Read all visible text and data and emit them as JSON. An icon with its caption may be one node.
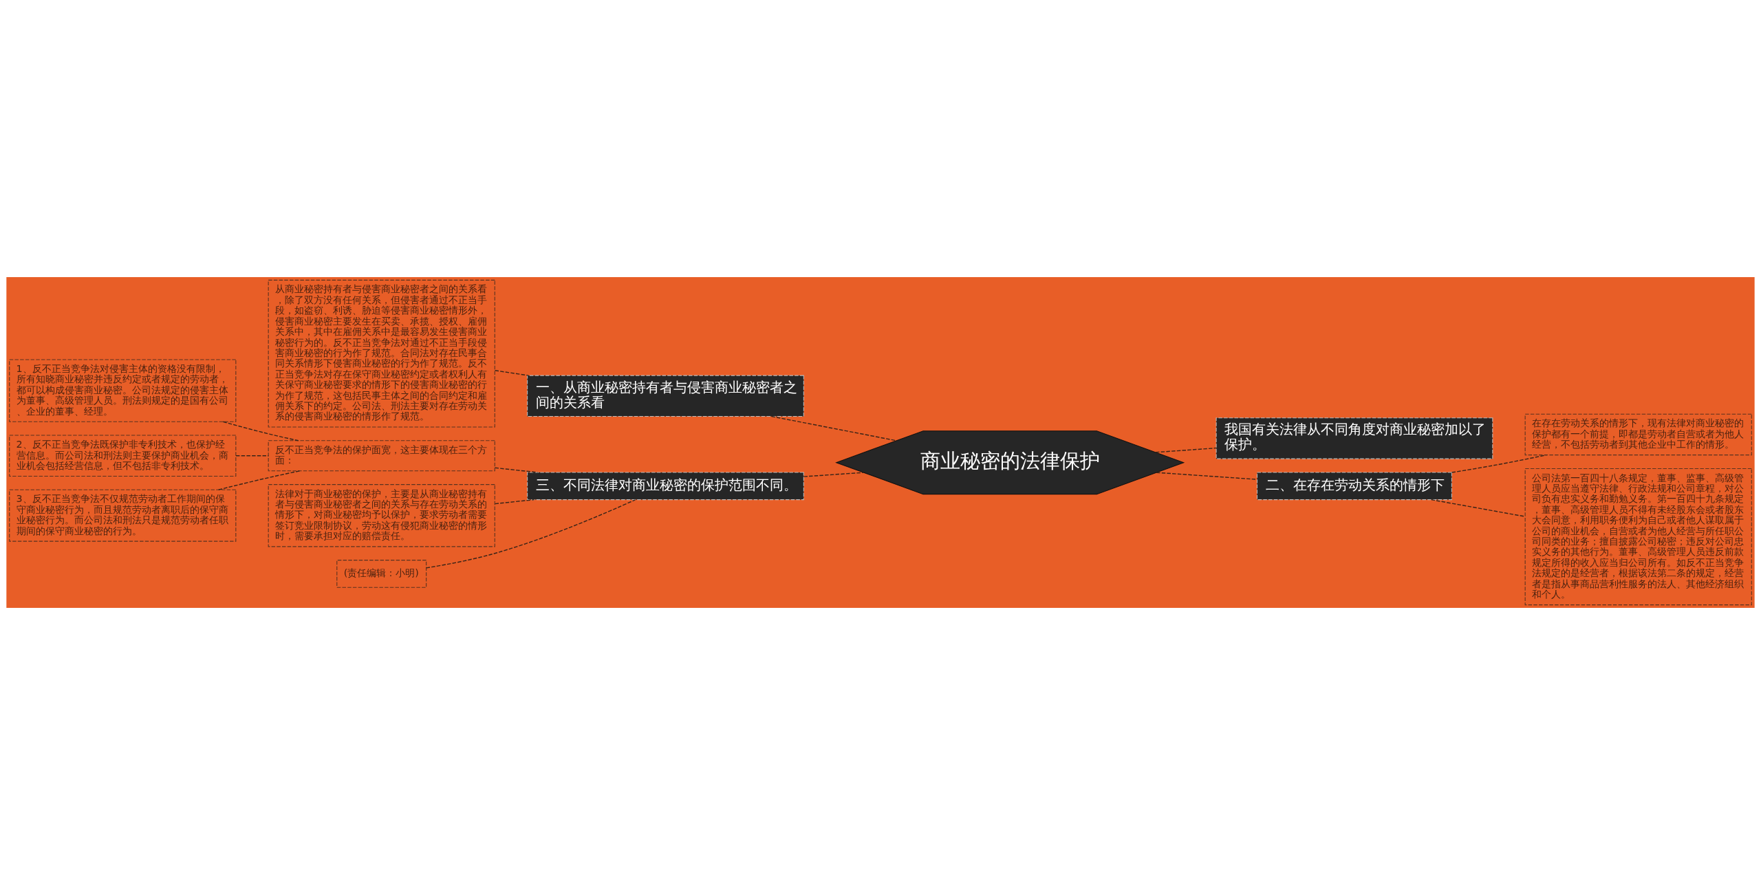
{
  "diagram": {
    "nodes": [
      {
        "text": [
          "商业秘密的法律保护"
        ]
      },
      {
        "text": [
          "一、从商业秘密持有者与侵害商业秘密者之间的关系看"
        ]
      },
      {
        "text": [
          "从商业秘密持有者与侵害商业秘密者之间的关系看，除了双方没有任何关系，但侵害者通过不正当手段，如盗窃、利诱、胁迫等侵害商业秘密情形外，侵害商业秘密主要发生在买卖、承揽、授权、雇佣关系中，其中在雇佣关系中是最容易发生侵害商业秘密行为的。反不正当竞争法对通过不正当手段侵害商业秘密的行为作了规范。合同法对存在民事合同关系情形下侵害商业秘密的行为作了规范。反不正当竞争法对存在保守商业秘密约定或者权利人有关保守商业秘密要求的情形下的侵害商业秘密的行为作了规范，这包括民事主体之间的合同约定和雇佣关系下的约定。公司法、刑法主要对存在劳动关系的侵害商业秘密的情形作了规范。"
        ]
      },
      {
        "text": [
          "三、不同法律对商业秘密的保护范围不同。"
        ]
      },
      {
        "text": [
          "反不正当竞争法的保护面宽，这主要体现在三个方面："
        ]
      },
      {
        "text": [
          "1、反不正当竞争法对侵害主体的资格没有限制，所有知晓商业秘密并违反约定或者规定的劳动者，都可以构成侵害商业秘密。公司法规定的侵害主体为董事、高级管理人员。刑法则规定的是国有公司、企业的董事、经理。"
        ]
      },
      {
        "text": [
          "2、反不正当竞争法既保护非专利技术，也保护经营信息。而公司法和刑法则主要保护商业机会，商业机会包括经营信息，但不包括非专利技术。"
        ]
      },
      {
        "text": [
          "3、反不正当竞争法不仅规范劳动者工作期间的保守商业秘密行为，而且规范劳动者离职后的保守商业秘密行为。而公司法和刑法只是规范劳动者任职期间的保守商业秘密的行为。"
        ]
      },
      {
        "text": [
          "法律对于商业秘密的保护，主要是从商业秘密持有者与侵害商业秘密者之间的关系与存在劳动关系的情形下，对商业秘密均予以保护，要求劳动者需要签订竞业限制协议，劳动这有侵犯商业秘密的情形时，需要承担对应的赔偿责任。"
        ]
      },
      {
        "text": [
          "(责任编辑：小明)"
        ]
      },
      {
        "text": [
          "我国有关法律从不同角度对商业秘密加以了保护。"
        ]
      },
      {
        "text": [
          "二、在存在劳动关系的情形下"
        ]
      },
      {
        "text": [
          "在存在劳动关系的情形下，现有法律对商业秘密的保护都有一个前提，即都是劳动者自营或者为他人经营，不包括劳动者到其他企业中工作的情形。"
        ]
      },
      {
        "text": [
          "公司法第一百四十八条规定，董事、监事、高级管理人员应当遵守法律、行政法规和公司章程，对公司负有忠实义务和勤勉义务。第一百四十九条规定，董事、高级管理人员不得有未经股东会或者股东大会同意，利用职务便利为自己或者他人谋取属于公司的商业机会，自营或者为他人经营与所任职公司同类的业务；擅自披露公司秘密；违反对公司忠实义务的其他行为。董事、高级管理人员违反前款规定所得的收入应当归公司所有。如反不正当竞争法规定的是经营者，根据该法第二条的规定，经营者是指从事商品营利性服务的法人、其他经济组织和个人。"
        ]
      }
    ],
    "edges": [
      {
        "from": 0,
        "to": 1,
        "arrow": "none"
      },
      {
        "from": 1,
        "to": 2,
        "arrow": "none"
      },
      {
        "from": 0,
        "to": 3,
        "arrow": "none"
      },
      {
        "from": 3,
        "to": 4,
        "arrow": "none"
      },
      {
        "from": 4,
        "to": 5,
        "arrow": "none"
      },
      {
        "from": 4,
        "to": 6,
        "arrow": "none"
      },
      {
        "from": 4,
        "to": 7,
        "arrow": "none"
      },
      {
        "from": 3,
        "to": 8,
        "arrow": "none"
      },
      {
        "from": 3,
        "to": 9,
        "arrow": "none"
      },
      {
        "from": 0,
        "to": 10,
        "arrow": "none"
      },
      {
        "from": 0,
        "to": 11,
        "arrow": "none"
      },
      {
        "from": 11,
        "to": 12,
        "arrow": "none"
      },
      {
        "from": 11,
        "to": 13,
        "arrow": "none"
      }
    ]
  }
}
